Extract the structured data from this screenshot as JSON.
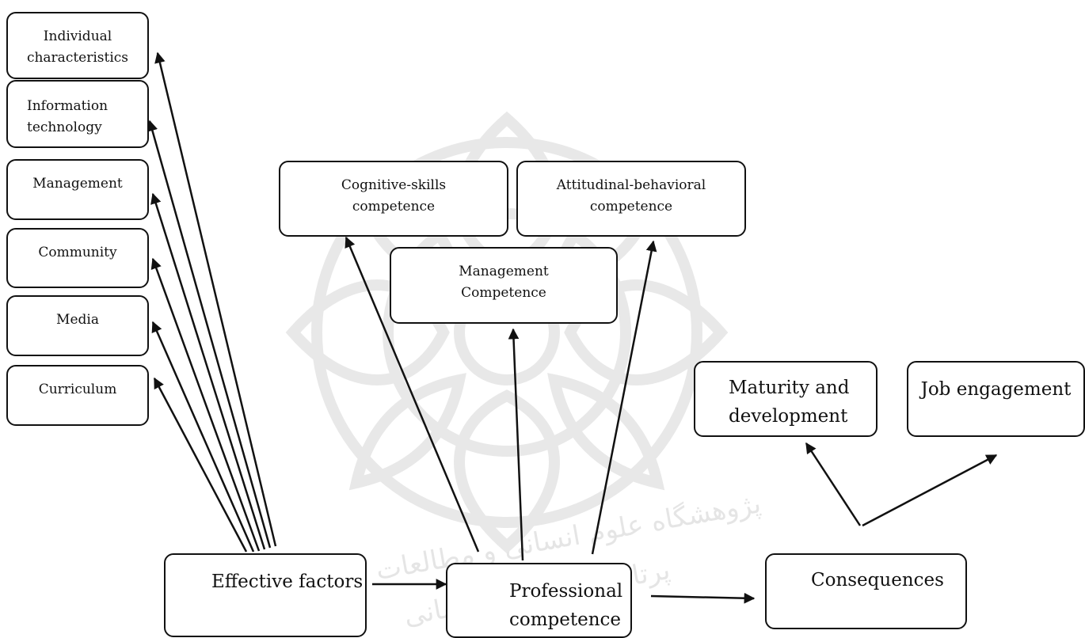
{
  "nodes": {
    "individual": "Individual\ncharacteristics",
    "information": "Information\ntechnology",
    "management_factor": "Management",
    "community": "Community",
    "media": "Media",
    "curriculum": "Curriculum",
    "cognitive": "Cognitive-skills\ncompetence",
    "attitudinal": "Attitudinal-behavioral\ncompetence",
    "management_competence": "Management\nCompetence",
    "maturity": "Maturity and\ndevelopment",
    "job_engagement": "Job engagement",
    "effective_factors": "Effective factors",
    "professional": "Professional\ncompetence",
    "consequences": "Consequences"
  },
  "watermark": {
    "line1": "پژوهشگاه علوم انسانی و مطالعات فرهنگی",
    "line2": "پرتال جامع علوم انسانی"
  },
  "colors": {
    "stroke": "#111111",
    "watermark": "#9a9a9a"
  }
}
